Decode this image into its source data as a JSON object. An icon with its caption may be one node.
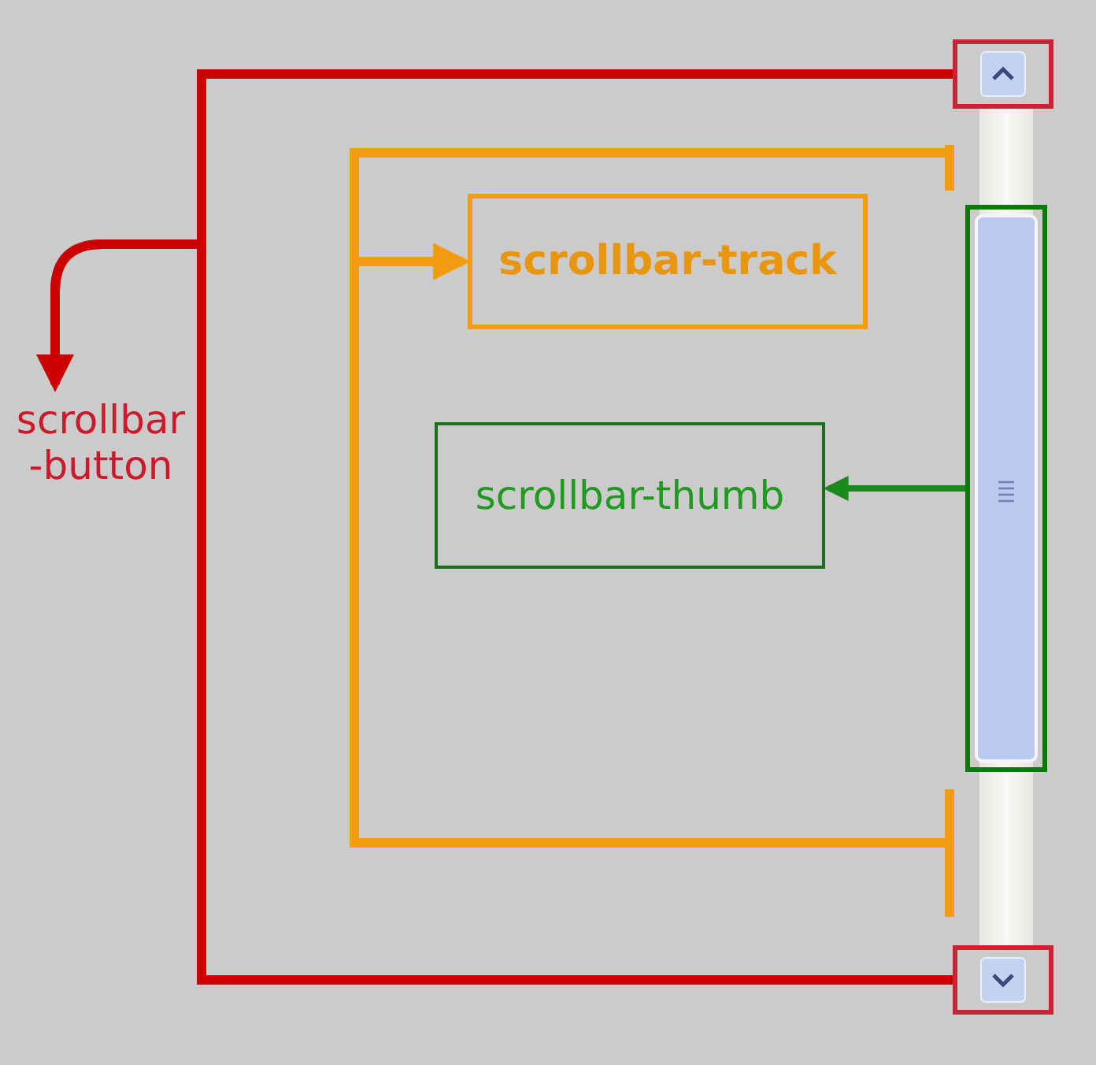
{
  "diagram": {
    "nodes": [
      {
        "text": [],
        "shape": "box"
      },
      {
        "text": [],
        "shape": "bar"
      },
      {
        "text": [
          "scrollbar-track"
        ]
      },
      {
        "text": [],
        "shape": "bar",
        "in": 1
      },
      {
        "text": [
          "scrollbar -button"
        ]
      },
      {
        "text": [
          "scrollbar-thumb"
        ]
      },
      {
        "text": [],
        "shape": "box"
      }
    ],
    "edges": [
      {
        "from": 0,
        "to": 4,
        "arrow": "to",
        "color": "#cc0000"
      },
      {
        "from": 6,
        "to": 4,
        "arrow": "to",
        "color": "#cc0000"
      },
      {
        "from": 1,
        "to": 2,
        "arrow": "to",
        "color": "#f39c12"
      },
      {
        "from": 3,
        "to": 5,
        "arrow": "to",
        "color": "#1a8a1a"
      }
    ]
  }
}
